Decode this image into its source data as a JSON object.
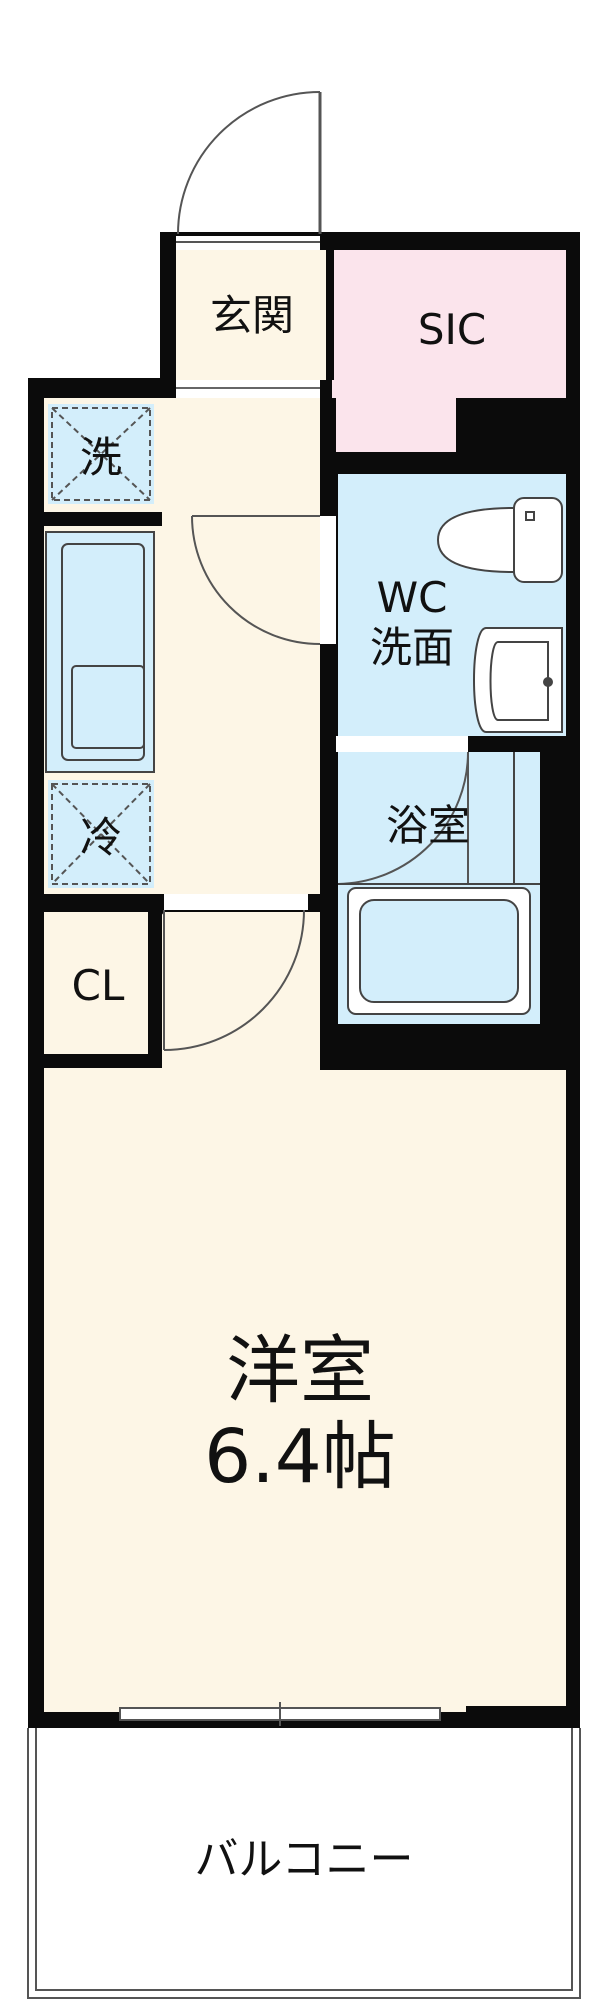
{
  "colors": {
    "wall": "#0b0b0b",
    "floor_wood": "#fdf6e6",
    "floor_wet": "#d3eefb",
    "storage_pink": "#fbe4ec",
    "fixture_line": "#444444",
    "glass": "#ffffff"
  },
  "rooms": {
    "entrance": "玄関",
    "sic": "SIC",
    "washer": "洗",
    "wc_line1": "WC",
    "wc_line2": "洗面",
    "fridge": "冷",
    "bath": "浴室",
    "closet": "CL",
    "main_room_line1": "洋室",
    "main_room_line2": "6.4帖",
    "balcony": "バルコニー"
  },
  "icons": {
    "toilet": "toilet-icon",
    "sink": "washbasin-icon",
    "bathtub": "bathtub-icon",
    "kitchen": "kitchen-counter-icon"
  }
}
